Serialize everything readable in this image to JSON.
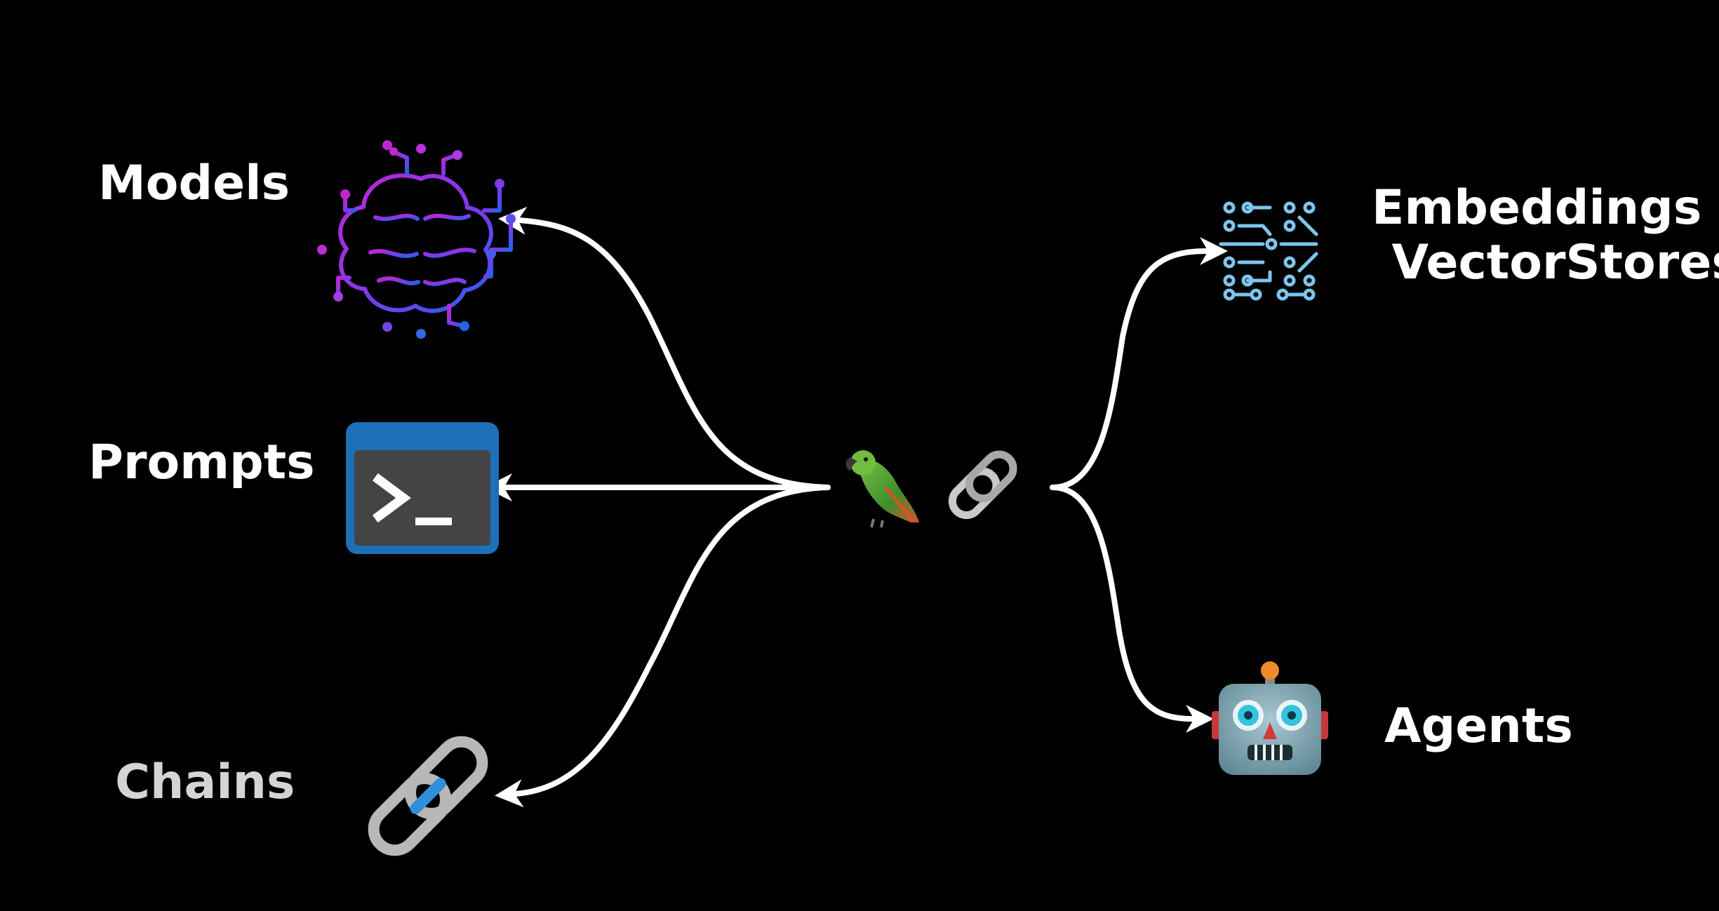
{
  "nodes": {
    "models": {
      "label": "Models",
      "icon": "neural-brain-icon"
    },
    "prompts": {
      "label": "Prompts",
      "icon": "terminal-prompt-icon"
    },
    "chains": {
      "label": "Chains",
      "icon": "chain-link-icon"
    },
    "embeddings": {
      "line1": "Embeddings &",
      "line2": "VectorStores",
      "icon": "vector-grid-icon"
    },
    "agents": {
      "label": "Agents",
      "icon": "robot-face-icon"
    }
  },
  "center": {
    "icons": [
      "parrot-icon",
      "chain-link-icon"
    ]
  },
  "colors": {
    "background": "#000000",
    "arrow": "#ffffff",
    "label": "#ffffff",
    "brain_start": "#c026d3",
    "brain_end": "#2563eb",
    "terminal_frame": "#1d6fb8",
    "terminal_screen": "#444444",
    "vector": "#7dc6ee",
    "chain_gray": "#b8b8b8",
    "chain_blue": "#2f8fdc",
    "robot_face": "#8fb2bd",
    "robot_eye": "#34c3dd"
  }
}
